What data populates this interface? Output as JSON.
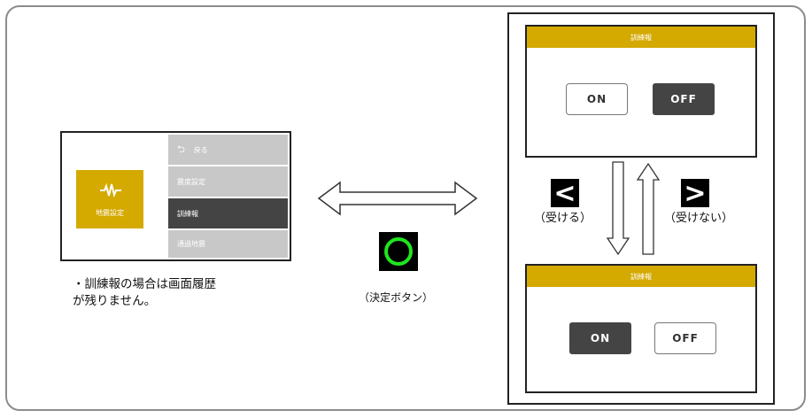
{
  "left_screen": {
    "app_tile_label": "地震設定",
    "menu": [
      {
        "label": "戻る",
        "icon": "back-arrow-icon",
        "selected": false
      },
      {
        "label": "震度設定",
        "selected": false
      },
      {
        "label": "訓練報",
        "selected": true
      },
      {
        "label": "通過地震",
        "selected": false
      }
    ]
  },
  "note": {
    "line1": "・訓練報の場合は画面履歴",
    "line2": "が残りません。"
  },
  "center": {
    "ok_caption": "（決定ボタン）"
  },
  "right_panel": {
    "top_dialog": {
      "title": "訓練報",
      "on_label": "ON",
      "off_label": "OFF",
      "selected": "OFF"
    },
    "bottom_dialog": {
      "title": "訓練報",
      "on_label": "ON",
      "off_label": "OFF",
      "selected": "ON"
    },
    "left_key": {
      "glyph": "<",
      "caption": "（受ける）"
    },
    "right_key": {
      "glyph": ">",
      "caption": "（受けない）"
    }
  },
  "colors": {
    "accent": "#d4a900",
    "selected": "#444444",
    "menu": "#c8c8c8",
    "ok_ring": "#1ee51e"
  }
}
